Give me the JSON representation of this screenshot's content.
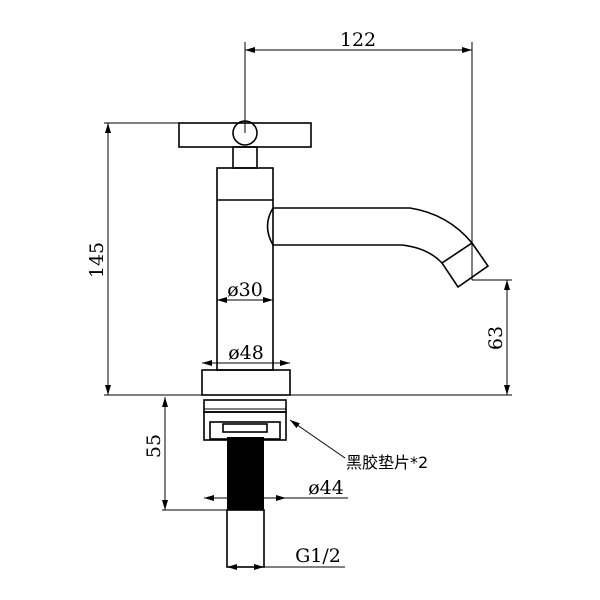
{
  "dimensions": {
    "spout_reach": "122",
    "total_height": "145",
    "spout_height": "63",
    "body_diameter": "ø30",
    "base_diameter": "ø48",
    "shank_length": "55",
    "nut_diameter": "ø44",
    "thread": "G1/2"
  },
  "callout": {
    "gasket_label": "黑胶垫片*2"
  },
  "colors": {
    "line": "#000000",
    "background": "#ffffff"
  }
}
